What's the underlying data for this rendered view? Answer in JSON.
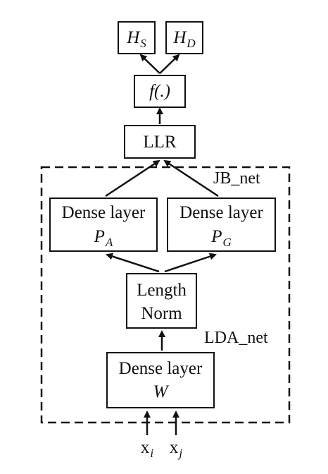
{
  "nodes": {
    "hs": {
      "main": "H",
      "sub": "S"
    },
    "hd": {
      "main": "H",
      "sub": "D"
    },
    "f": {
      "label": "f(.)"
    },
    "llr": {
      "label": "LLR"
    },
    "pa": {
      "line1": "Dense layer",
      "main": "P",
      "sub": "A"
    },
    "pg": {
      "line1": "Dense layer",
      "main": "P",
      "sub": "G"
    },
    "norm": {
      "line1": "Length",
      "line2": "Norm"
    },
    "w": {
      "line1": "Dense layer",
      "line2": "W"
    }
  },
  "regions": {
    "jb": "JB_net",
    "lda": "LDA_net"
  },
  "inputs": {
    "xi": {
      "main": "x",
      "sub": "i"
    },
    "xj": {
      "main": "x",
      "sub": "j"
    }
  }
}
